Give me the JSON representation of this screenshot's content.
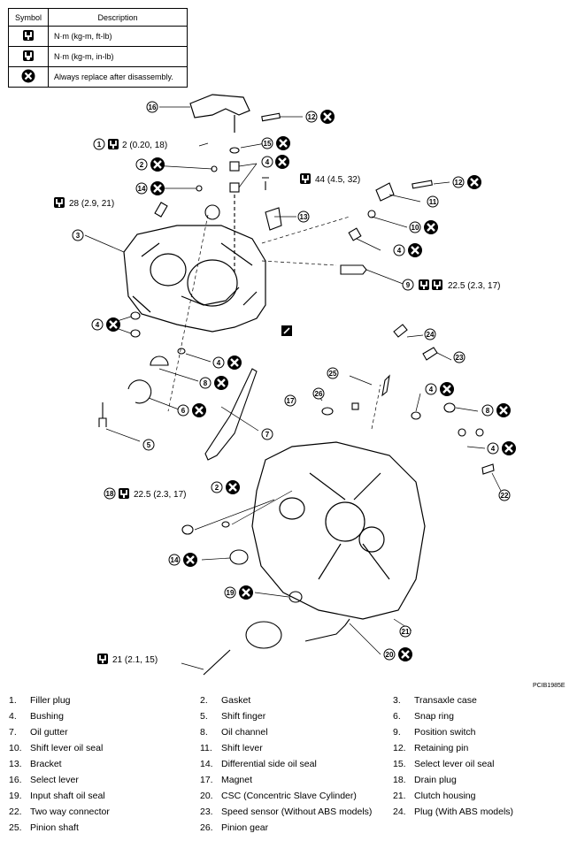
{
  "legend": {
    "header_symbol": "Symbol",
    "header_description": "Description",
    "rows": [
      {
        "icon": "torque-wrench-icon",
        "text": "N·m (kg-m, ft-lb)"
      },
      {
        "icon": "torque-wrench-inlb-icon",
        "text": "N·m (kg-m, in-lb)"
      },
      {
        "icon": "replace-x-icon",
        "text": "Always replace after disassembly."
      }
    ]
  },
  "callouts": {
    "c1_torque": "2 (0.20, 18)",
    "c9_torque": "22.5 (2.3, 17)",
    "c18_torque": "22.5 (2.3, 17)",
    "bolt_torque": "44 (4.5, 32)",
    "case_bolt_torque": "28 (2.9, 21)",
    "csc_bolt_torque": "21 (2.1, 15)",
    "numbers": [
      "1",
      "2",
      "3",
      "4",
      "5",
      "6",
      "7",
      "8",
      "9",
      "10",
      "11",
      "12",
      "13",
      "14",
      "15",
      "16",
      "17",
      "18",
      "19",
      "20",
      "21",
      "22",
      "23",
      "24",
      "25",
      "26"
    ]
  },
  "figure_code": "PCIB1985E",
  "parts": [
    {
      "num": "1.",
      "name": "Filler plug"
    },
    {
      "num": "2.",
      "name": "Gasket"
    },
    {
      "num": "3.",
      "name": "Transaxle case"
    },
    {
      "num": "4.",
      "name": "Bushing"
    },
    {
      "num": "5.",
      "name": "Shift finger"
    },
    {
      "num": "6.",
      "name": "Snap ring"
    },
    {
      "num": "7.",
      "name": "Oil gutter"
    },
    {
      "num": "8.",
      "name": "Oil channel"
    },
    {
      "num": "9.",
      "name": "Position switch"
    },
    {
      "num": "10.",
      "name": "Shift lever oil seal"
    },
    {
      "num": "11.",
      "name": "Shift lever"
    },
    {
      "num": "12.",
      "name": "Retaining pin"
    },
    {
      "num": "13.",
      "name": "Bracket"
    },
    {
      "num": "14.",
      "name": "Differential side oil seal"
    },
    {
      "num": "15.",
      "name": "Select lever oil seal"
    },
    {
      "num": "16.",
      "name": "Select lever"
    },
    {
      "num": "17.",
      "name": "Magnet"
    },
    {
      "num": "18.",
      "name": "Drain plug"
    },
    {
      "num": "19.",
      "name": "Input shaft oil seal"
    },
    {
      "num": "20.",
      "name": "CSC (Concentric Slave Cylinder)"
    },
    {
      "num": "21.",
      "name": "Clutch housing"
    },
    {
      "num": "22.",
      "name": "Two way connector"
    },
    {
      "num": "23.",
      "name": "Speed sensor (Without ABS models)"
    },
    {
      "num": "24.",
      "name": "Plug (With ABS models)"
    },
    {
      "num": "25.",
      "name": "Pinion shaft"
    },
    {
      "num": "26.",
      "name": "Pinion gear"
    }
  ]
}
